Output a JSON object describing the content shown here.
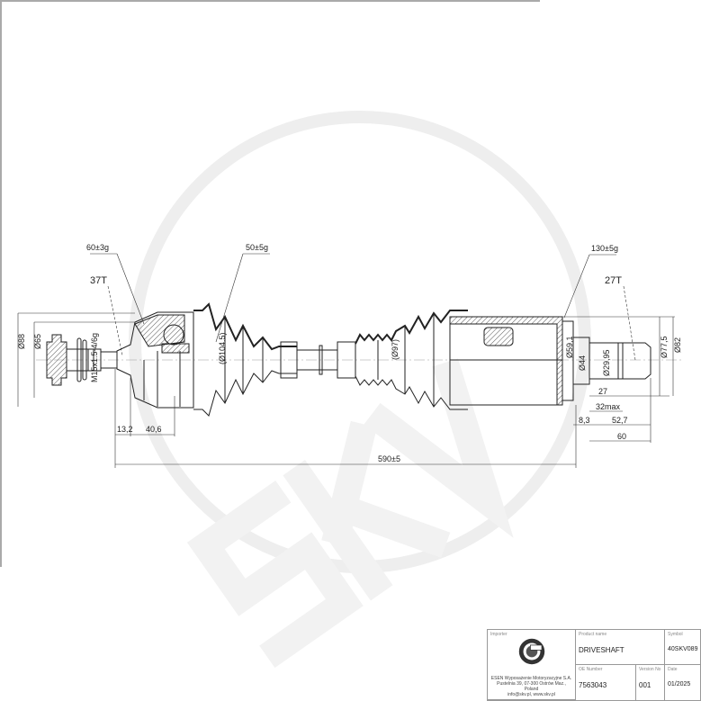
{
  "drawing": {
    "leaders": {
      "weight_outer": "60±3g",
      "weight_boot": "50±5g",
      "weight_inner": "130±5g",
      "teeth_outer": "37T",
      "teeth_inner": "27T"
    },
    "dimensions": {
      "dia_88": "Ø88",
      "dia_65": "Ø65",
      "thread": "M15x1.5-4/6g",
      "boot_dia_left": "(Ø104.5)",
      "boot_dia_mid": "(Ø97)",
      "len_13_2": "13,2",
      "len_40_6": "40,6",
      "overall": "590±5",
      "dia_59_1": "Ø59,1",
      "dia_44": "Ø44",
      "dia_29_95": "Ø29,95",
      "dia_77_5": "Ø77,5",
      "dia_82": "Ø82",
      "len_27": "27",
      "len_32max": "32max",
      "len_8_3": "8,3",
      "len_52_7": "52,7",
      "len_60": "60"
    },
    "watermark": "SKV"
  },
  "title_block": {
    "importer_label": "Importer",
    "importer_address": [
      "ESEN Wyposażenie Motoryzacyjne S.A.",
      "Pustelnia 39, 07-300 Ostrów Maz., Poland",
      "info@skv.pl, www.skv.pl"
    ],
    "product_name_label": "Product name",
    "product_name": "DRIVESHAFT",
    "symbol_label": "Symbol",
    "symbol": "40SKV089",
    "oe_label": "OE Number",
    "oe_number": "7563043",
    "version_label": "Version No",
    "version": "001",
    "date_label": "Date",
    "date": "01/2025"
  },
  "colors": {
    "line": "#222222",
    "hatch": "#555555",
    "watermark": "#eeeeee",
    "frame": "#999999"
  }
}
